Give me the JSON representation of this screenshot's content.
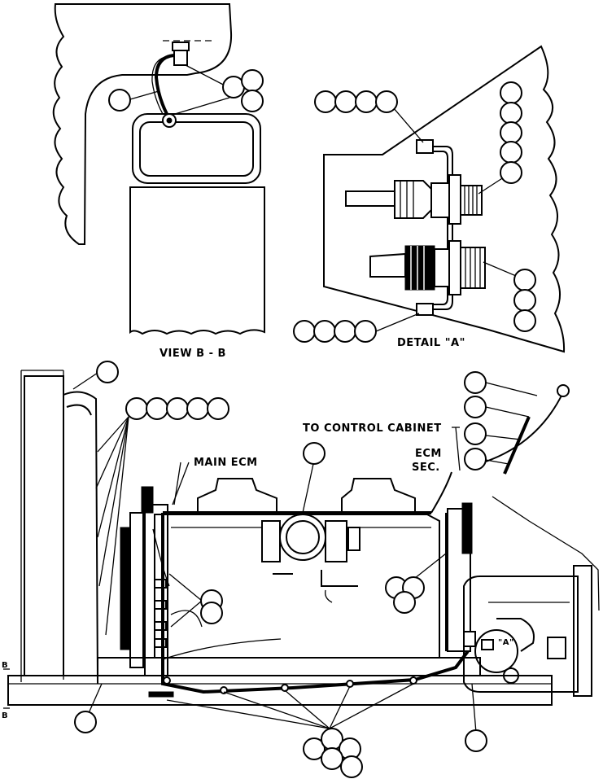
{
  "labels": {
    "view_bb": "VIEW B - B",
    "detail_a": "DETAIL \"A\"",
    "to_control_cabinet": "TO CONTROL CABINET",
    "main_ecm": "MAIN ECM",
    "ecm_line1": "ECM",
    "ecm_line2": "SEC.",
    "section_b_top": "B",
    "section_b_bottom": "B",
    "detail_ref": "\"A\""
  }
}
